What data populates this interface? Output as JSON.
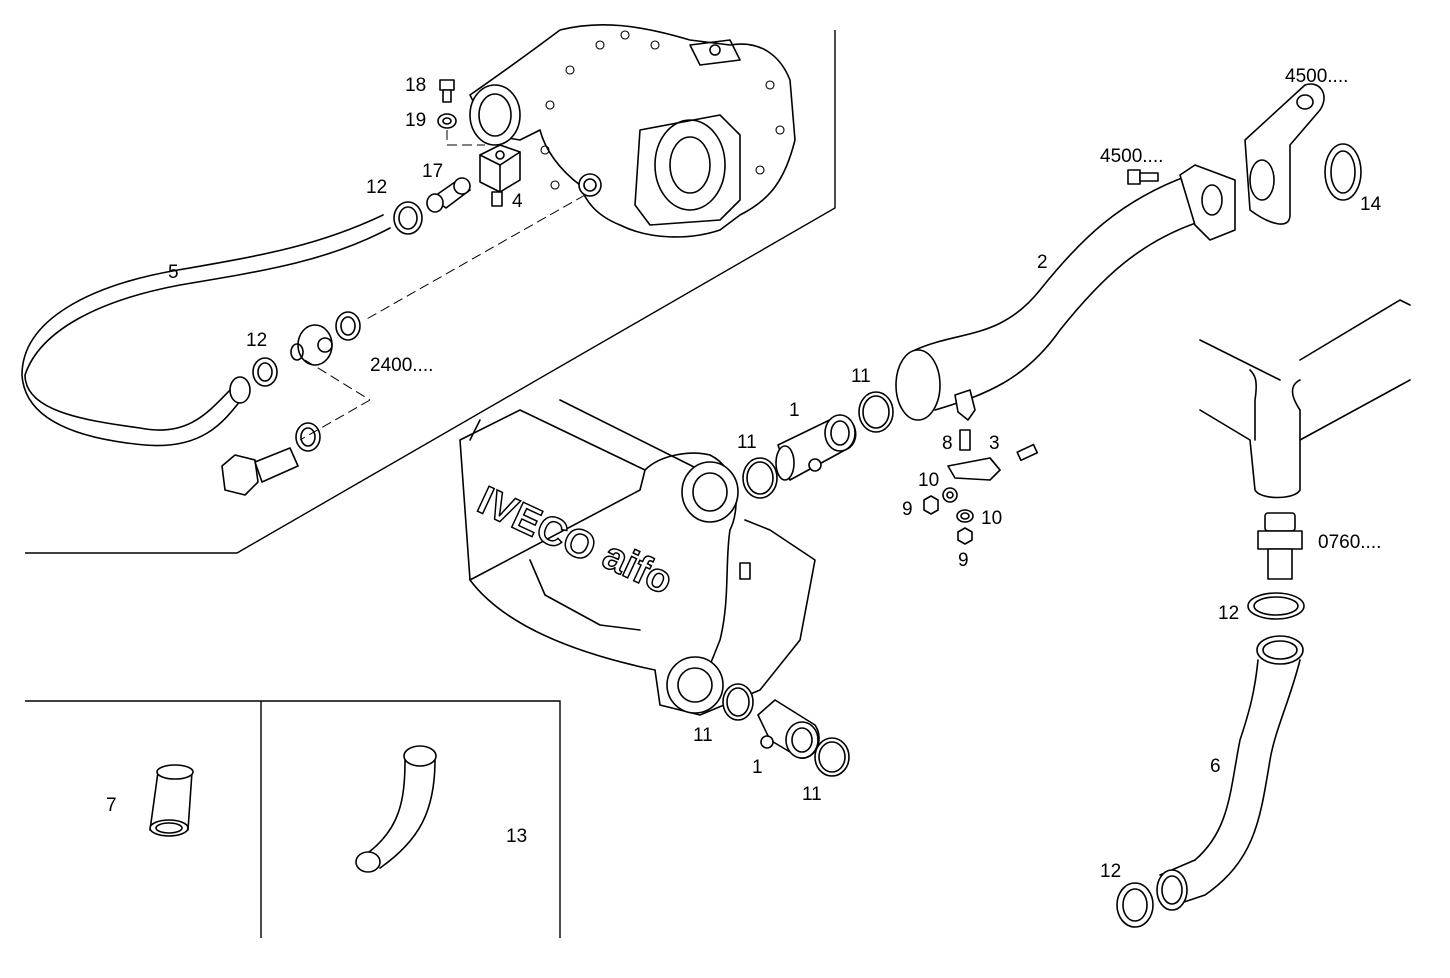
{
  "labels": {
    "l18": "18",
    "l19": "19",
    "l17": "17",
    "l4": "4",
    "l12a": "12",
    "l5": "5",
    "l12b": "12",
    "l2400": "2400....",
    "l4500a": "4500....",
    "l4500b": "4500....",
    "l14": "14",
    "l2": "2",
    "l11a": "11",
    "l1a": "1",
    "l11b": "11",
    "l8": "8",
    "l3": "3",
    "l10a": "10",
    "l9a": "9",
    "l10b": "10",
    "l9b": "9",
    "l0760": "0760....",
    "l12c": "12",
    "l6": "6",
    "l12d": "12",
    "l11c": "11",
    "l1b": "1",
    "l11d": "11",
    "l7": "7",
    "l13": "13"
  },
  "brand": {
    "name": "IVECO",
    "sub": "aifo"
  }
}
